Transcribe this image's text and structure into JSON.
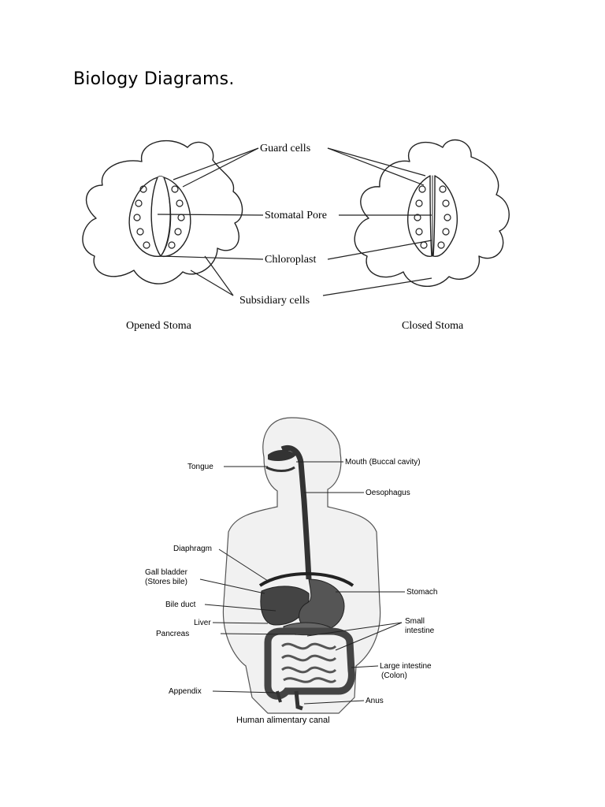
{
  "heading": "Biology Diagrams.",
  "stomata": {
    "labels": {
      "guard_cells": "Guard cells",
      "stomatal_pore": "Stomatal Pore",
      "chloroplast": "Chloroplast",
      "subsidiary_cells": "Subsidiary cells"
    },
    "captions": {
      "opened": "Opened Stoma",
      "closed": "Closed Stoma"
    }
  },
  "digestive": {
    "labels": {
      "tongue": "Tongue",
      "mouth": "Mouth (Buccal cavity)",
      "oesophagus": "Oesophagus",
      "diaphragm": "Diaphragm",
      "gall_bladder_1": "Gall bladder",
      "gall_bladder_2": "(Stores bile)",
      "stomach": "Stomach",
      "bile_duct": "Bile duct",
      "liver": "Liver",
      "pancreas": "Pancreas",
      "small_intestine_1": "Small",
      "small_intestine_2": "intestine",
      "large_intestine_1": "Large intestine",
      "large_intestine_2": "(Colon)",
      "appendix": "Appendix",
      "anus": "Anus"
    },
    "caption": "Human alimentary canal"
  }
}
